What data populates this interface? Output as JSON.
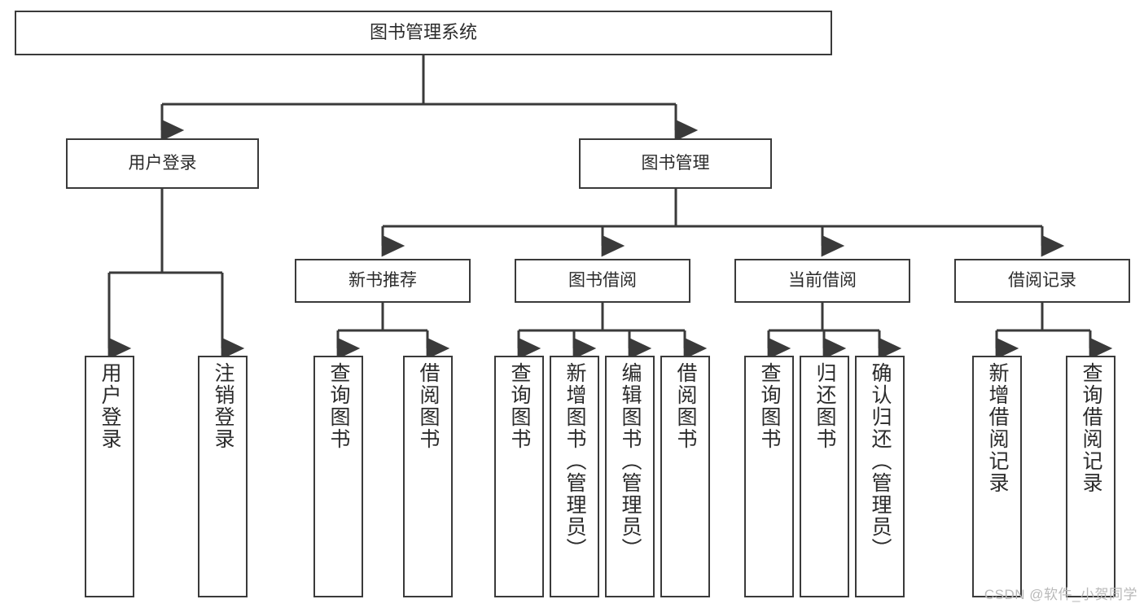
{
  "diagram": {
    "title": "图书管理系统",
    "type": "tree-hierarchy",
    "orientation": "top-down",
    "root": {
      "id": "root",
      "label": "图书管理系统"
    },
    "level2": [
      {
        "id": "user-login",
        "label": "用户登录"
      },
      {
        "id": "book-manage",
        "label": "图书管理"
      }
    ],
    "level3": [
      {
        "id": "new-book-rec",
        "label": "新书推荐",
        "parent": "book-manage"
      },
      {
        "id": "book-borrow",
        "label": "图书借阅",
        "parent": "book-manage"
      },
      {
        "id": "current-borrow",
        "label": "当前借阅",
        "parent": "book-manage"
      },
      {
        "id": "borrow-record",
        "label": "借阅记录",
        "parent": "book-manage"
      }
    ],
    "leaves": [
      {
        "id": "leaf-user-login",
        "label": "用户登录",
        "parent": "user-login"
      },
      {
        "id": "leaf-logout-login",
        "label": "注销登录",
        "parent": "user-login"
      },
      {
        "id": "leaf-query-book-1",
        "label": "查询图书",
        "parent": "new-book-rec"
      },
      {
        "id": "leaf-borrow-book-1",
        "label": "借阅图书",
        "parent": "new-book-rec"
      },
      {
        "id": "leaf-query-book-2",
        "label": "查询图书",
        "parent": "book-borrow"
      },
      {
        "id": "leaf-add-book",
        "label": "新增图书（管理员）",
        "parent": "book-borrow"
      },
      {
        "id": "leaf-edit-book",
        "label": "编辑图书（管理员）",
        "parent": "book-borrow"
      },
      {
        "id": "leaf-borrow-book-2",
        "label": "借阅图书",
        "parent": "book-borrow"
      },
      {
        "id": "leaf-query-book-3",
        "label": "查询图书",
        "parent": "current-borrow"
      },
      {
        "id": "leaf-return-book",
        "label": "归还图书",
        "parent": "current-borrow"
      },
      {
        "id": "leaf-confirm-return",
        "label": "确认归还（管理员）",
        "parent": "current-borrow"
      },
      {
        "id": "leaf-add-record",
        "label": "新增借阅记录",
        "parent": "borrow-record"
      },
      {
        "id": "leaf-query-record",
        "label": "查询借阅记录",
        "parent": "borrow-record"
      }
    ],
    "watermark": "CSDN @软件_小贺同学",
    "colors": {
      "stroke": "#3a3a3a",
      "text": "#2b2b2b",
      "background": "#ffffff",
      "watermark": "#b9b9b9"
    }
  }
}
